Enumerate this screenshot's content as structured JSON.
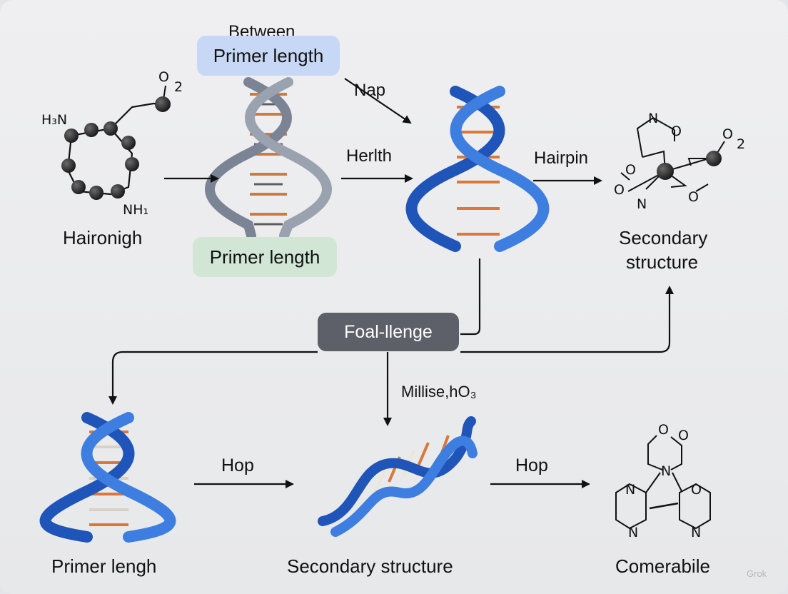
{
  "nodes": {
    "molecule_1": {
      "label": "Haironigh",
      "atoms": {
        "h3n": "H₃N",
        "o2_o": "O",
        "o2_sub": "2",
        "nh": "NH₁"
      }
    },
    "helix_1": {
      "top_label": "Between",
      "top_pill": "Primer length",
      "bottom_pill": "Primer length"
    },
    "helix_2": {},
    "molecule_2": {
      "label_line1": "Secondary",
      "label_line2": "structure",
      "atoms": {
        "n1": "N",
        "o1": "O",
        "o_left": "O",
        "n_bottom": "N",
        "o_mid": "O",
        "o_right": "O",
        "o_top": "O",
        "o_sub": "2"
      }
    },
    "hub": {
      "label": "Foal-llenge"
    },
    "helix_3": {
      "label": "Primer lengh"
    },
    "helix_4": {
      "label": "Secondary structure"
    },
    "molecule_3": {
      "label": "Comerabile",
      "atoms": {
        "o_top": "O",
        "n_center": "N",
        "o_top2": "O",
        "n_left": "N",
        "o_right": "O",
        "n_right": "N"
      }
    }
  },
  "edges": {
    "nap": "Nap",
    "herlth": "Herlth",
    "hairpin": "Hairpin",
    "millise": "Millise,hO₃",
    "hop_1": "Hop",
    "hop_2": "Hop"
  },
  "colors": {
    "helix_blue": "#2a63c8",
    "helix_grey": "#7b8494",
    "rung_orange": "#d9783a",
    "pill_blue": "#c6d8f5",
    "pill_green": "#d2e6d6",
    "hub_fill": "#5d6068",
    "atom": "#2b2b2b"
  },
  "watermark": "Grok"
}
